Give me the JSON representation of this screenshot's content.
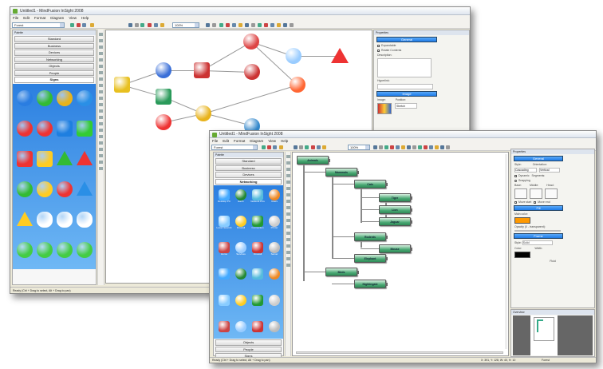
{
  "window_a": {
    "title": "Untitled1 - MindFusion InSight 2008",
    "menu": [
      "File",
      "Edit",
      "Format",
      "Diagram",
      "View",
      "Help"
    ],
    "style_combo": "Forest",
    "zoom_combo": "100%",
    "palette_header": "Palette",
    "groups": [
      "Standard",
      "Business",
      "Devices",
      "Networking",
      "Objects",
      "People",
      "Signs"
    ],
    "selected_group": "Signs",
    "sign_icons": [
      "dollar-sign-icon",
      "euro-green-icon",
      "euro-gold-icon",
      "blue-circle-icon",
      "red-x-icon",
      "no-entry-icon",
      "blue-square-icon",
      "green-square-icon",
      "red-square-icon",
      "yellow-square-icon",
      "green-triangle-icon",
      "red-triangle-icon",
      "green-circle-icon",
      "yellow-circle-icon",
      "red-plus-icon",
      "blue-triangle-icon",
      "yellow-triangle-icon",
      "speech-bubble-icon",
      "thought-bubble-icon",
      "callout-bubble-icon",
      "green-arrow-icon",
      "green-arrow-icon",
      "green-arrow-icon",
      "green-arrow-icon"
    ],
    "diagram_icons": [
      "padlock-icon",
      "alarm-button-icon",
      "refresh-icon",
      "no-entry-icon",
      "firewall-icon",
      "euro-icon",
      "user-female-icon",
      "user-male-icon",
      "wizard-icon",
      "network-cloud-icon",
      "fire-icon",
      "warning-triangle-icon"
    ],
    "properties": {
      "header": "Properties",
      "general": "General",
      "expandable": "Expandable",
      "rotate_contents": "Rotate Contents",
      "description_label": "Description:",
      "hyperlink_label": "Hyperlink:",
      "image_section": "Image",
      "image_label": "Image:",
      "position_label": "Position:",
      "position_value": "Stretch"
    },
    "status": "Ready (Ctrl + Drag to select, Alt + Drag to pan)"
  },
  "window_b": {
    "title": "Untitled1 - MindFusion InSight 2008",
    "menu": [
      "File",
      "Edit",
      "Format",
      "Diagram",
      "View",
      "Help"
    ],
    "style_combo": "Forest",
    "zoom_combo": "100%",
    "palette_header": "Palette",
    "groups_top": [
      "Standard",
      "Business",
      "Devices",
      "Networking"
    ],
    "selected_group": "Networking",
    "groups_bottom": [
      "Objects",
      "People",
      "Signs"
    ],
    "network_icons": [
      {
        "icon": "desktop-pc-icon",
        "label": "Desktop PC"
      },
      {
        "icon": "earth-icon",
        "label": "Earth"
      },
      {
        "icon": "network-pcs-icon",
        "label": "Network PCs"
      },
      {
        "icon": "users-icon",
        "label": "Users"
      },
      {
        "icon": "lan-icon",
        "label": "Local Network"
      },
      {
        "icon": "firewall-lock-icon",
        "label": "Firewall"
      },
      {
        "icon": "connection-icon",
        "label": "Connection"
      },
      {
        "icon": "printer-icon",
        "label": "Printer"
      },
      {
        "icon": "home-network-icon",
        "label": "Home"
      },
      {
        "icon": "network-services-icon",
        "label": "Services"
      },
      {
        "icon": "firewall-icon",
        "label": "Firewall"
      },
      {
        "icon": "server-icon",
        "label": "Server"
      },
      {
        "icon": "folder-icon",
        "label": ""
      },
      {
        "icon": "workstation-icon",
        "label": ""
      },
      {
        "icon": "database-icon",
        "label": ""
      },
      {
        "icon": "laptop-icon",
        "label": ""
      },
      {
        "icon": "globe-pc-icon",
        "label": ""
      },
      {
        "icon": "network-icon",
        "label": ""
      },
      {
        "icon": "fire-icon",
        "label": ""
      },
      {
        "icon": "lock-icon",
        "label": ""
      },
      {
        "icon": "network-share-icon",
        "label": ""
      },
      {
        "icon": "computers-icon",
        "label": ""
      },
      {
        "icon": "monitor-icon",
        "label": ""
      },
      {
        "icon": "server-rack-icon",
        "label": ""
      }
    ],
    "tree": [
      "Animals",
      "Mammals",
      "Cats",
      "Tiger",
      "Lion",
      "Jaguar",
      "Rodents",
      "Mouse",
      "Elephant",
      "Birds",
      "Nightingale"
    ],
    "properties": {
      "header": "Properties",
      "general": "General",
      "style_label": "Style:",
      "style_value": "Cascading",
      "orientation_label": "Orientation:",
      "orientation_value": "Vertical",
      "dynamic": "Dynamic",
      "snapping": "Snapping",
      "segments_label": "Segments:",
      "base_label": "Base:",
      "middle_label": "Middle:",
      "head_label": "Head:",
      "move_start": "Move start",
      "move_end": "Move end",
      "fill_section": "Fill",
      "main_color_label": "Main color:",
      "main_color": "#ff9900",
      "opacity_label": "Opacity (0 - transparent):",
      "frame_section": "Frame",
      "frame_style_label": "Style:",
      "frame_style_value": "Solid",
      "color_label": "Color:",
      "frame_color": "#000000",
      "width_label": "Width:",
      "fluid_label": "Fluid",
      "overview_header": "Overview"
    },
    "status": "Ready (Ctrl + Drag to select, Alt + Drag to pan)",
    "coords": "X: 391, Y: 128, W: 40, H: 10",
    "status_style": "Forest"
  }
}
